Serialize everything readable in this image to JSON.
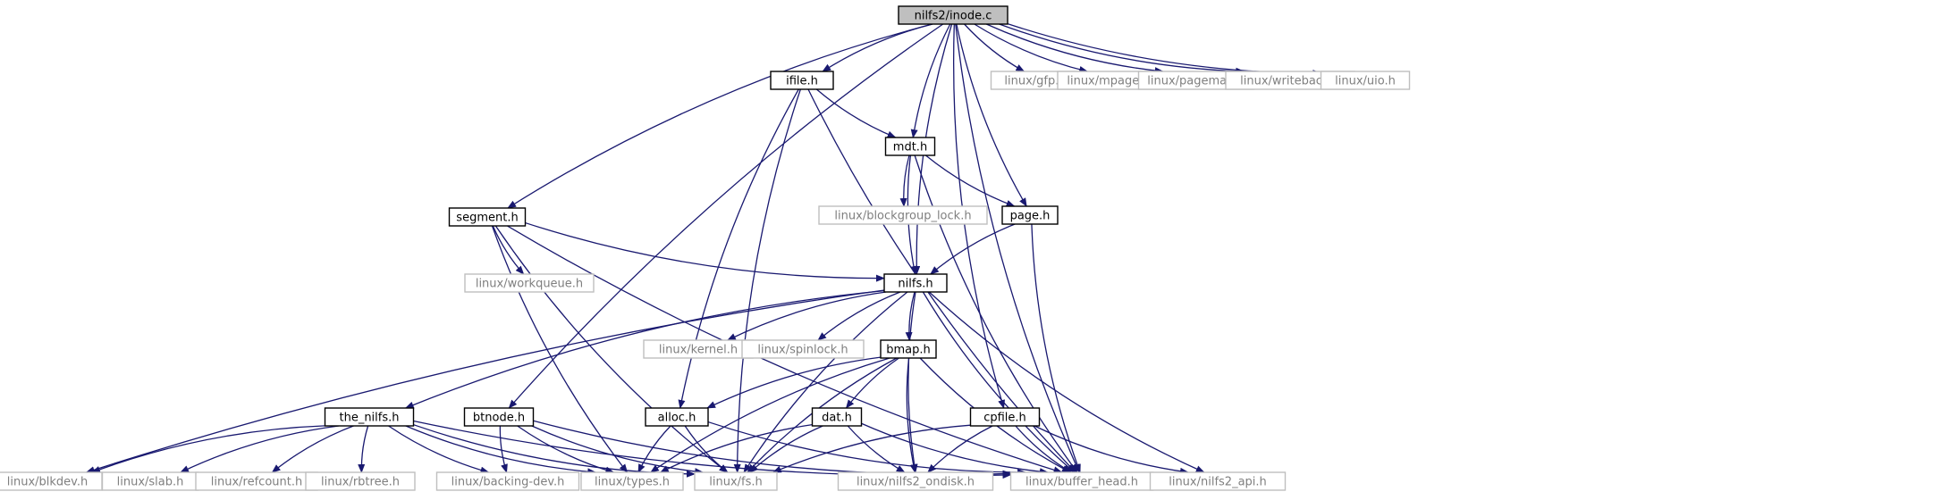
{
  "colors": {
    "edge": "#191970",
    "local_border": "#000000",
    "system_border": "#bfbfbf",
    "system_text": "#7f7f7f",
    "root_fill": "#bfbfbf"
  },
  "nodes": [
    {
      "id": "inode",
      "label": "nilfs2/inode.c",
      "kind": "root"
    },
    {
      "id": "ifile",
      "label": "ifile.h",
      "kind": "local"
    },
    {
      "id": "gfp",
      "label": "linux/gfp.h",
      "kind": "system"
    },
    {
      "id": "mpage",
      "label": "linux/mpage.h",
      "kind": "system"
    },
    {
      "id": "pagemap",
      "label": "linux/pagemap.h",
      "kind": "system"
    },
    {
      "id": "writeback",
      "label": "linux/writeback.h",
      "kind": "system"
    },
    {
      "id": "uio",
      "label": "linux/uio.h",
      "kind": "system"
    },
    {
      "id": "mdt",
      "label": "mdt.h",
      "kind": "local"
    },
    {
      "id": "blockgroup",
      "label": "linux/blockgroup_lock.h",
      "kind": "system"
    },
    {
      "id": "page",
      "label": "page.h",
      "kind": "local"
    },
    {
      "id": "segment",
      "label": "segment.h",
      "kind": "local"
    },
    {
      "id": "workqueue",
      "label": "linux/workqueue.h",
      "kind": "system"
    },
    {
      "id": "nilfs",
      "label": "nilfs.h",
      "kind": "local"
    },
    {
      "id": "kernel",
      "label": "linux/kernel.h",
      "kind": "system"
    },
    {
      "id": "spinlock",
      "label": "linux/spinlock.h",
      "kind": "system"
    },
    {
      "id": "bmap",
      "label": "bmap.h",
      "kind": "local"
    },
    {
      "id": "the_nilfs",
      "label": "the_nilfs.h",
      "kind": "local"
    },
    {
      "id": "btnode",
      "label": "btnode.h",
      "kind": "local"
    },
    {
      "id": "alloc",
      "label": "alloc.h",
      "kind": "local"
    },
    {
      "id": "dat",
      "label": "dat.h",
      "kind": "local"
    },
    {
      "id": "cpfile",
      "label": "cpfile.h",
      "kind": "local"
    },
    {
      "id": "blkdev",
      "label": "linux/blkdev.h",
      "kind": "system"
    },
    {
      "id": "slab",
      "label": "linux/slab.h",
      "kind": "system"
    },
    {
      "id": "refcount",
      "label": "linux/refcount.h",
      "kind": "system"
    },
    {
      "id": "rbtree",
      "label": "linux/rbtree.h",
      "kind": "system"
    },
    {
      "id": "backingdev",
      "label": "linux/backing-dev.h",
      "kind": "system"
    },
    {
      "id": "types",
      "label": "linux/types.h",
      "kind": "system"
    },
    {
      "id": "fs",
      "label": "linux/fs.h",
      "kind": "system"
    },
    {
      "id": "ondisk",
      "label": "linux/nilfs2_ondisk.h",
      "kind": "system"
    },
    {
      "id": "bufferhead",
      "label": "linux/buffer_head.h",
      "kind": "system"
    },
    {
      "id": "api",
      "label": "linux/nilfs2_api.h",
      "kind": "system"
    }
  ],
  "edges": [
    [
      "inode",
      "ifile"
    ],
    [
      "inode",
      "gfp"
    ],
    [
      "inode",
      "mpage"
    ],
    [
      "inode",
      "pagemap"
    ],
    [
      "inode",
      "writeback"
    ],
    [
      "inode",
      "uio"
    ],
    [
      "inode",
      "mdt"
    ],
    [
      "inode",
      "page"
    ],
    [
      "inode",
      "segment"
    ],
    [
      "inode",
      "nilfs"
    ],
    [
      "inode",
      "btnode"
    ],
    [
      "inode",
      "cpfile"
    ],
    [
      "inode",
      "bufferhead"
    ],
    [
      "ifile",
      "mdt"
    ],
    [
      "ifile",
      "alloc"
    ],
    [
      "ifile",
      "fs"
    ],
    [
      "ifile",
      "bufferhead"
    ],
    [
      "mdt",
      "blockgroup"
    ],
    [
      "mdt",
      "page"
    ],
    [
      "mdt",
      "nilfs"
    ],
    [
      "mdt",
      "bufferhead"
    ],
    [
      "page",
      "nilfs"
    ],
    [
      "page",
      "bufferhead"
    ],
    [
      "segment",
      "workqueue"
    ],
    [
      "segment",
      "nilfs"
    ],
    [
      "segment",
      "types"
    ],
    [
      "segment",
      "fs"
    ],
    [
      "segment",
      "bufferhead"
    ],
    [
      "nilfs",
      "kernel"
    ],
    [
      "nilfs",
      "spinlock"
    ],
    [
      "nilfs",
      "bmap"
    ],
    [
      "nilfs",
      "the_nilfs"
    ],
    [
      "nilfs",
      "blkdev"
    ],
    [
      "nilfs",
      "fs"
    ],
    [
      "nilfs",
      "ondisk"
    ],
    [
      "nilfs",
      "bufferhead"
    ],
    [
      "nilfs",
      "api"
    ],
    [
      "bmap",
      "alloc"
    ],
    [
      "bmap",
      "dat"
    ],
    [
      "bmap",
      "types"
    ],
    [
      "bmap",
      "fs"
    ],
    [
      "bmap",
      "ondisk"
    ],
    [
      "bmap",
      "bufferhead"
    ],
    [
      "alloc",
      "types"
    ],
    [
      "alloc",
      "fs"
    ],
    [
      "alloc",
      "bufferhead"
    ],
    [
      "dat",
      "types"
    ],
    [
      "dat",
      "fs"
    ],
    [
      "dat",
      "ondisk"
    ],
    [
      "dat",
      "bufferhead"
    ],
    [
      "cpfile",
      "fs"
    ],
    [
      "cpfile",
      "ondisk"
    ],
    [
      "cpfile",
      "bufferhead"
    ],
    [
      "cpfile",
      "api"
    ],
    [
      "btnode",
      "backingdev"
    ],
    [
      "btnode",
      "types"
    ],
    [
      "btnode",
      "fs"
    ],
    [
      "btnode",
      "bufferhead"
    ],
    [
      "the_nilfs",
      "blkdev"
    ],
    [
      "the_nilfs",
      "slab"
    ],
    [
      "the_nilfs",
      "refcount"
    ],
    [
      "the_nilfs",
      "rbtree"
    ],
    [
      "the_nilfs",
      "backingdev"
    ],
    [
      "the_nilfs",
      "types"
    ],
    [
      "the_nilfs",
      "fs"
    ],
    [
      "the_nilfs",
      "bufferhead"
    ]
  ]
}
